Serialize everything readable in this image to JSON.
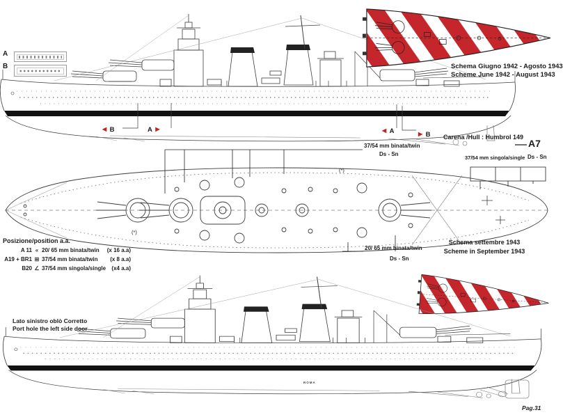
{
  "colors": {
    "camo_red": "#c4262c",
    "marker_red": "#c32222",
    "ink": "#1c1c1c",
    "line_gray": "#3c3c3c"
  },
  "legend": {
    "row_a": "A",
    "row_b": "B"
  },
  "top_profile": {
    "marker_left_b": "B",
    "marker_left_a": "A",
    "marker_right_a": "A",
    "marker_right_b": "B",
    "arrow_left": "◀",
    "arrow_right": "▶",
    "hull_note": "Carena /Hull : Humbrol 149",
    "stern_code": "A7"
  },
  "inset_1942": {
    "line1": "Schema Giugno 1942  - Agosto 1943",
    "line2": "Scheme June 1942 - August 1943"
  },
  "inset_1943": {
    "line1": "Schema  settembre 1943",
    "line2": "Scheme in September 1943"
  },
  "plan": {
    "footnote_mark": "(*)",
    "ann_twin37": {
      "label": "37/54 mm binata/twin",
      "sides": "Ds - Sn"
    },
    "ann_single37": {
      "label": "37/54 mm singola/single",
      "sides": "Ds - Sn"
    },
    "ann_twin20": {
      "label": "20/ 65 mm binata/twin",
      "sides": "Ds - Sn"
    }
  },
  "positions": {
    "title": "Posizione/position a.a.",
    "rows": [
      {
        "code": "A 11",
        "icon": "«",
        "desc": "20/ 65 mm binata/twin",
        "qty": "(x 16 a.a)"
      },
      {
        "code": "A19 + BR1",
        "icon": "⊞",
        "desc": "37/54 mm binata/twin",
        "qty": "(x 8  a.a)"
      },
      {
        "code": "B20",
        "icon": "∠",
        "desc": "37/54 mm singola/single",
        "qty": "(x4  a.a)"
      }
    ]
  },
  "bottom_profile": {
    "note_it": "Lato sinistro oblò Corretto",
    "note_en": "Port hole the left side door",
    "ship_name": "ROMA"
  },
  "page": {
    "number_label": "Pag.31"
  }
}
